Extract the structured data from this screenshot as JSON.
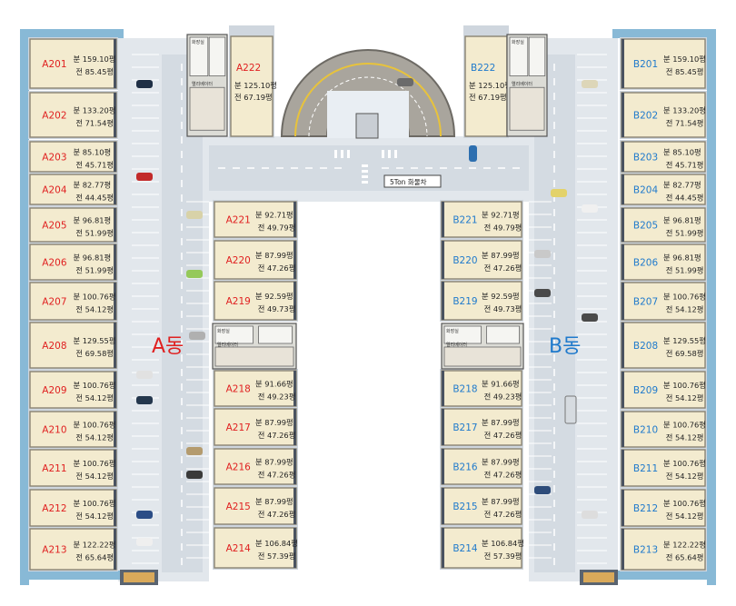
{
  "buildings": [
    {
      "id": "A",
      "label": "A동",
      "color": "#e02020"
    },
    {
      "id": "B",
      "label": "B동",
      "color": "#1f7acc"
    }
  ],
  "truck_label": "5Ton 화물차",
  "core_labels": {
    "restroom": "화장실",
    "elevator": "엘리베이터"
  },
  "units": {
    "A201": {
      "supply": "분 159.10평",
      "exclusive": "전 85.45평"
    },
    "A202": {
      "supply": "분 133.20평",
      "exclusive": "전 71.54평"
    },
    "A203": {
      "supply": "분 85.10평",
      "exclusive": "전 45.71평"
    },
    "A204": {
      "supply": "분 82.77평",
      "exclusive": "전 44.45평"
    },
    "A205": {
      "supply": "분 96.81평",
      "exclusive": "전 51.99평"
    },
    "A206": {
      "supply": "분 96.81평",
      "exclusive": "전 51.99평"
    },
    "A207": {
      "supply": "분 100.76평",
      "exclusive": "전 54.12평"
    },
    "A208": {
      "supply": "분 129.55평",
      "exclusive": "전 69.58평"
    },
    "A209": {
      "supply": "분 100.76평",
      "exclusive": "전 54.12평"
    },
    "A210": {
      "supply": "분 100.76평",
      "exclusive": "전 54.12평"
    },
    "A211": {
      "supply": "분 100.76평",
      "exclusive": "전 54.12평"
    },
    "A212": {
      "supply": "분 100.76평",
      "exclusive": "전 54.12평"
    },
    "A213": {
      "supply": "분 122.22평",
      "exclusive": "전 65.64평"
    },
    "A214": {
      "supply": "분 106.84평",
      "exclusive": "전 57.39평"
    },
    "A215": {
      "supply": "분 87.99평",
      "exclusive": "전 47.26평"
    },
    "A216": {
      "supply": "분 87.99평",
      "exclusive": "전 47.26평"
    },
    "A217": {
      "supply": "분 87.99평",
      "exclusive": "전 47.26평"
    },
    "A218": {
      "supply": "분 91.66평",
      "exclusive": "전 49.23평"
    },
    "A219": {
      "supply": "분 92.59평",
      "exclusive": "전 49.73평"
    },
    "A220": {
      "supply": "분 87.99평",
      "exclusive": "전 47.26평"
    },
    "A221": {
      "supply": "분 92.71평",
      "exclusive": "전 49.79평"
    },
    "A222": {
      "supply": "분 125.10평",
      "exclusive": "전 67.19평"
    },
    "B201": {
      "supply": "분 159.10평",
      "exclusive": "전 85.45평"
    },
    "B202": {
      "supply": "분 133.20평",
      "exclusive": "전 71.54평"
    },
    "B203": {
      "supply": "분 85.10평",
      "exclusive": "전 45.71평"
    },
    "B204": {
      "supply": "분 82.77평",
      "exclusive": "전 44.45평"
    },
    "B205": {
      "supply": "분 96.81평",
      "exclusive": "전 51.99평"
    },
    "B206": {
      "supply": "분 96.81평",
      "exclusive": "전 51.99평"
    },
    "B207": {
      "supply": "분 100.76평",
      "exclusive": "전 54.12평"
    },
    "B208": {
      "supply": "분 129.55평",
      "exclusive": "전 69.58평"
    },
    "B209": {
      "supply": "분 100.76평",
      "exclusive": "전 54.12평"
    },
    "B210": {
      "supply": "분 100.76평",
      "exclusive": "전 54.12평"
    },
    "B211": {
      "supply": "분 100.76평",
      "exclusive": "전 54.12평"
    },
    "B212": {
      "supply": "분 100.76평",
      "exclusive": "전 54.12평"
    },
    "B213": {
      "supply": "분 122.22평",
      "exclusive": "전 65.64평"
    },
    "B214": {
      "supply": "분 106.84평",
      "exclusive": "전 57.39평"
    },
    "B215": {
      "supply": "분 87.99평",
      "exclusive": "전 47.26평"
    },
    "B216": {
      "supply": "분 87.99평",
      "exclusive": "전 47.26평"
    },
    "B217": {
      "supply": "분 87.99평",
      "exclusive": "전 47.26평"
    },
    "B218": {
      "supply": "분 91.66평",
      "exclusive": "전 49.23평"
    },
    "B219": {
      "supply": "분 92.59평",
      "exclusive": "전 49.73평"
    },
    "B220": {
      "supply": "분 87.99평",
      "exclusive": "전 47.26평"
    },
    "B221": {
      "supply": "분 92.71평",
      "exclusive": "전 49.79평"
    },
    "B222": {
      "supply": "분 125.10평",
      "exclusive": "전 67.19평"
    }
  }
}
